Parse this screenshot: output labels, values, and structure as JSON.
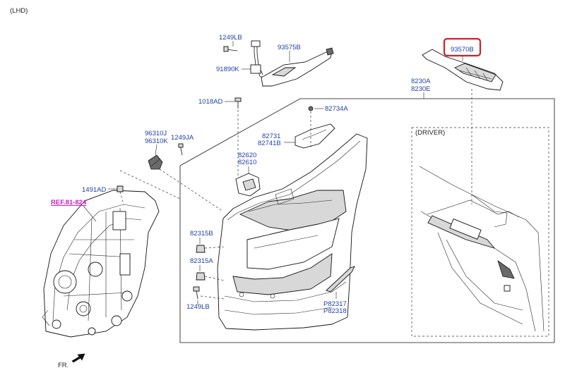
{
  "header": {
    "variant_label": "(LHD)"
  },
  "labels": {
    "p1249lb_top": "1249LB",
    "p93575b": "93575B",
    "p91890k": "91890K",
    "p93570b": "93570B",
    "p8230a": "8230A",
    "p8230e": "8230E",
    "p1018ad": "1018AD",
    "p82734a": "82734A",
    "p96310j": "96310J",
    "p96310k": "96310K",
    "p1249ja": "1249JA",
    "p82731": "82731",
    "p82741b": "82741B",
    "p82620": "82620",
    "p82610": "82610",
    "p1491ad": "1491AD",
    "ref": "REF.81-824",
    "p82315b": "82315B",
    "p82315a": "82315A",
    "p1249lb_bottom": "1249LB",
    "p82317": "P82317",
    "p82318": "P82318",
    "driver": "(DRIVER)",
    "front": "FR."
  },
  "highlight": {
    "part": "93570B",
    "color": "#d0202a"
  },
  "colors": {
    "part_number": "#1f3fa6",
    "reference": "#c020c0"
  }
}
